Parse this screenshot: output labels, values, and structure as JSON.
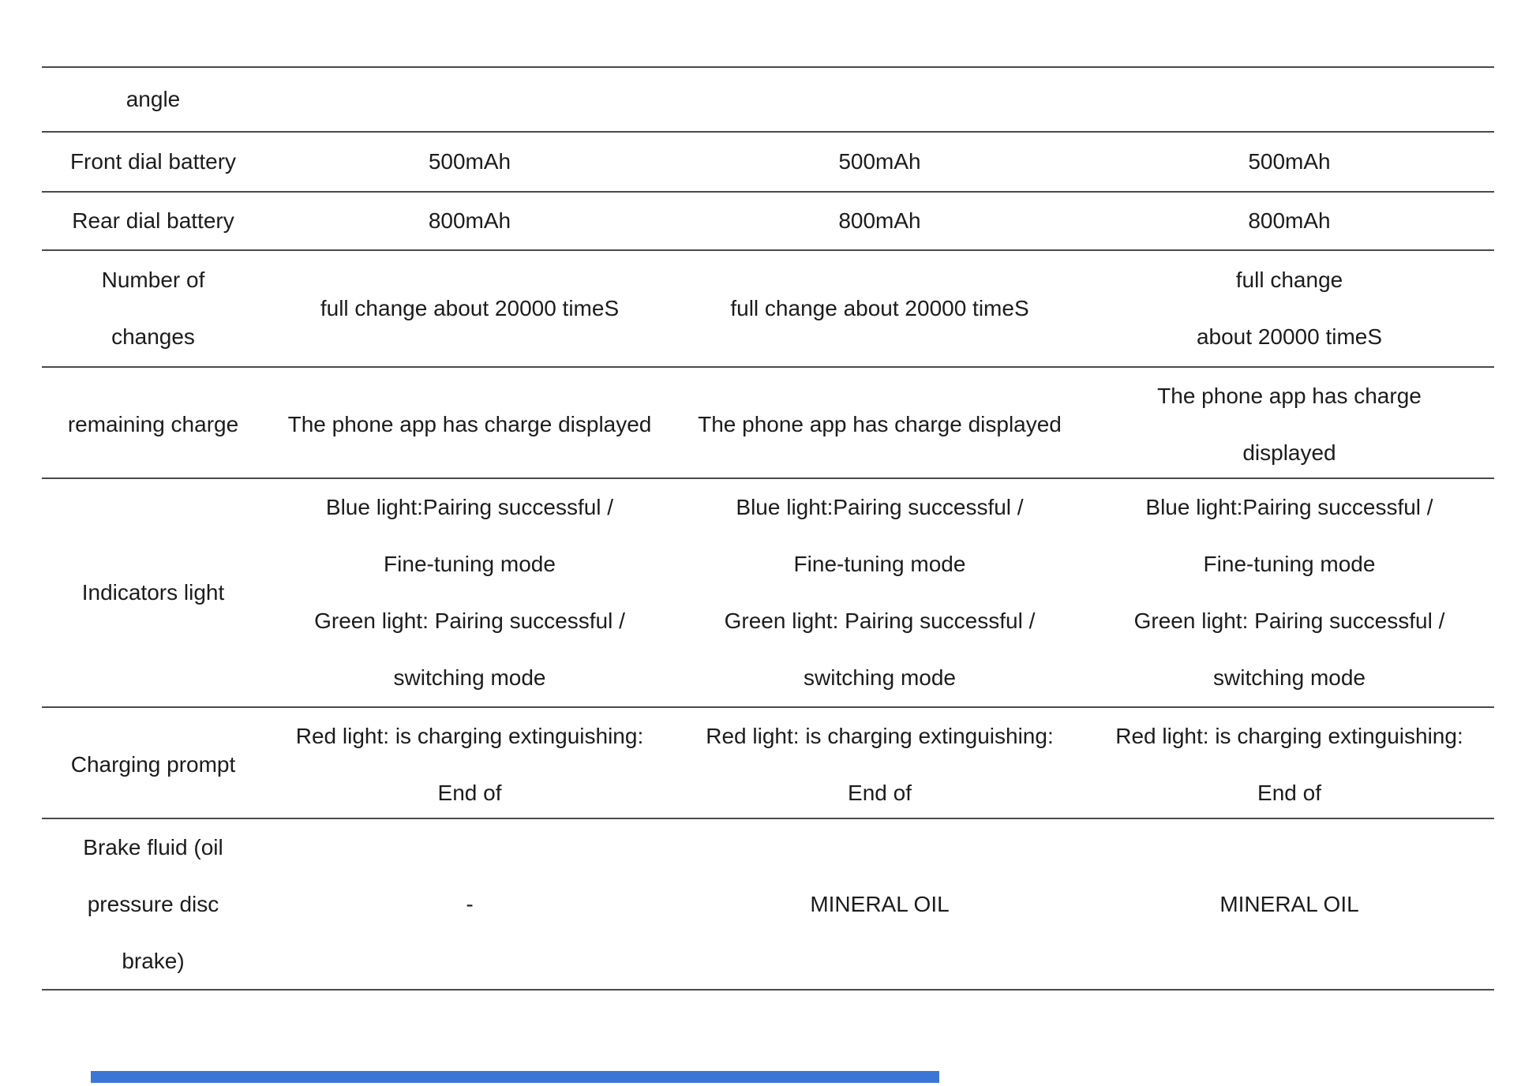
{
  "table": {
    "rows": [
      {
        "label": "angle",
        "values": [
          "",
          "",
          ""
        ]
      },
      {
        "label": "Front dial battery",
        "values": [
          "500mAh",
          "500mAh",
          "500mAh"
        ]
      },
      {
        "label": "Rear dial battery",
        "values": [
          "800mAh",
          "800mAh",
          "800mAh"
        ]
      },
      {
        "label": "Number of\nchanges",
        "values": [
          "full change about 20000 timeS",
          "full change about 20000 timeS",
          "full change\nabout 20000 timeS"
        ]
      },
      {
        "label": "remaining charge",
        "values": [
          "The phone app has charge displayed",
          "The phone app has charge displayed",
          "The phone app has charge\ndisplayed"
        ]
      },
      {
        "label": "Indicators light",
        "values": [
          "Blue light:Pairing successful /\nFine-tuning mode\nGreen light: Pairing successful /\nswitching mode",
          "Blue light:Pairing successful /\nFine-tuning mode\nGreen light: Pairing successful /\nswitching mode",
          "Blue light:Pairing successful /\nFine-tuning mode\nGreen light: Pairing successful /\nswitching mode"
        ]
      },
      {
        "label": "Charging prompt",
        "values": [
          "Red light: is charging extinguishing:\nEnd of",
          "Red light: is charging extinguishing:\nEnd of",
          "Red light: is charging extinguishing:\nEnd of"
        ]
      },
      {
        "label": "Brake fluid (oil\npressure disc\nbrake)",
        "values": [
          "-",
          "MINERAL OIL",
          "MINERAL OIL"
        ]
      }
    ]
  },
  "colors": {
    "text": "#1c1c1c",
    "rule": "#4a4a4a",
    "bottom_bar": "#3b76d6"
  }
}
